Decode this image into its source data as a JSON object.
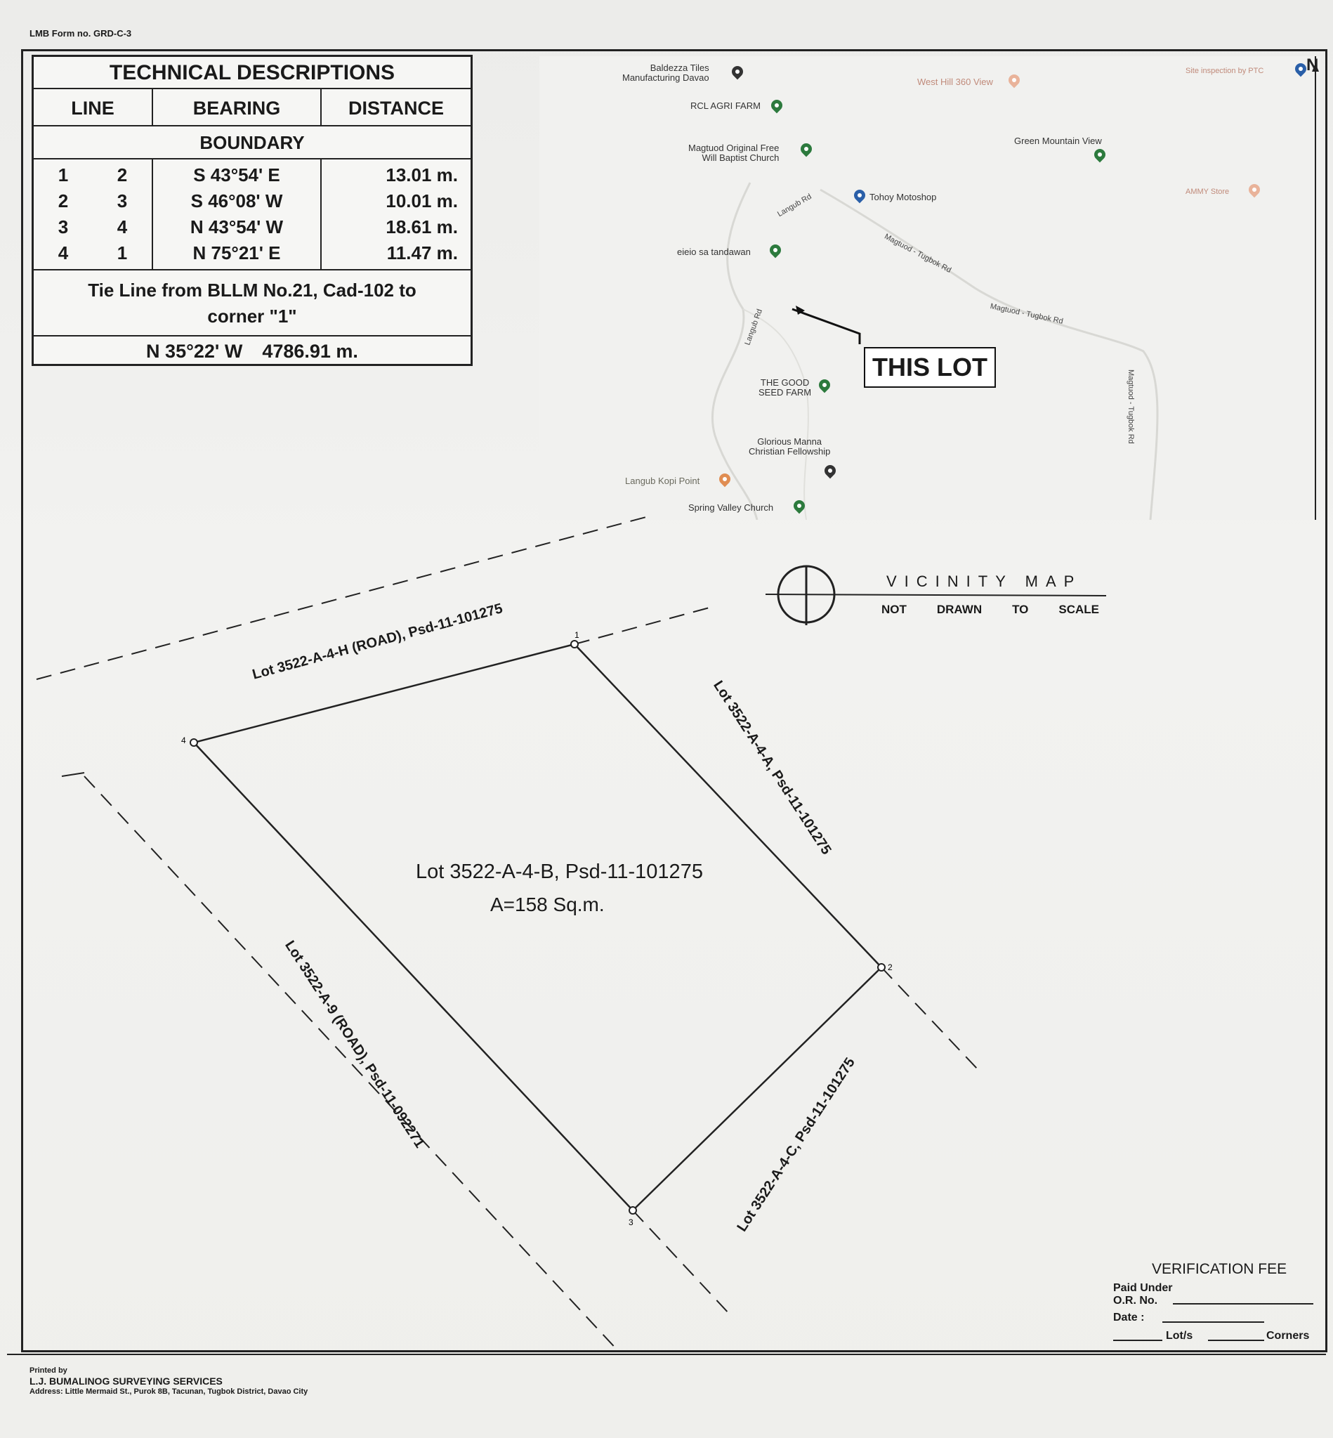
{
  "form_number": "LMB Form no. GRD-C-3",
  "technical_descriptions": {
    "title": "TECHNICAL DESCRIPTIONS",
    "headers": {
      "line": "LINE",
      "bearing": "BEARING",
      "distance": "DISTANCE"
    },
    "section": "BOUNDARY",
    "rows": [
      {
        "from": "1",
        "to": "2",
        "bearing": "S 43°54' E",
        "distance": "13.01 m."
      },
      {
        "from": "2",
        "to": "3",
        "bearing": "S 46°08' W",
        "distance": "10.01 m."
      },
      {
        "from": "3",
        "to": "4",
        "bearing": "N 43°54' W",
        "distance": "18.61 m."
      },
      {
        "from": "4",
        "to": "1",
        "bearing": "N 75°21' E",
        "distance": "11.47 m."
      }
    ],
    "tie_line_line1": "Tie Line from BLLM No.21, Cad-102 to",
    "tie_line_line2": "corner \"1\"",
    "tie_bearing": "N 35°22' W",
    "tie_distance": "4786.91 m."
  },
  "vicinity_map": {
    "places": {
      "baldezza_1": "Baldezza Tiles",
      "baldezza_2": "Manufacturing Davao",
      "westhill": "West Hill 360 View",
      "site_insp": "Site inspection by PTC",
      "rcl": "RCL AGRI FARM",
      "magtuod_1": "Magtuod Original Free",
      "magtuod_2": "Will Baptist Church",
      "green_mountain": "Green Mountain View",
      "tohoy": "Tohoy Motoshop",
      "ammy": "AMMY Store",
      "eieio": "eieio sa tandawan",
      "good_seed_1": "THE GOOD",
      "good_seed_2": "SEED FARM",
      "glorious_1": "Glorious Manna",
      "glorious_2": "Christian Fellowship",
      "langub_kopi": "Langub Kopi Point",
      "spring_valley": "Spring Valley Church"
    },
    "roads": {
      "langub_1": "Langub Rd",
      "langub_2": "Langub Rd",
      "magtuod_tugbok_1": "Magtuod - Tugbok Rd",
      "magtuod_tugbok_2": "Magtuod - Tugbok Rd",
      "magtuod_tugbok_3": "Magtuod - Tugbok Rd"
    },
    "this_lot": "THIS LOT",
    "north_letter": "N"
  },
  "vicinity_title": "VICINITY MAP",
  "scale_note": [
    "NOT",
    "DRAWN",
    "TO",
    "SCALE"
  ],
  "lots": {
    "main_name": "Lot 3522-A-4-B, Psd-11-101275",
    "main_area": "A=158 Sq.m.",
    "north": "Lot 3522-A-4-H (ROAD), Psd-11-101275",
    "east": "Lot 3522-A-4-A, Psd-11-101275",
    "south": "Lot 3522-A-4-C, Psd-11-101275",
    "west": "Lot 3522-A-9 (ROAD), Psd-11-092271"
  },
  "corners": [
    "1",
    "2",
    "3",
    "4"
  ],
  "verification": {
    "title": "VERIFICATION FEE",
    "paid_under": "Paid Under",
    "or_no": "O.R. No.",
    "date": "Date :",
    "lots": "Lot/s",
    "corners": "Corners"
  },
  "footer": {
    "printed_by": "Printed by",
    "surveyor": "L.J. BUMALINOG SURVEYING SERVICES",
    "address": "Address: Little Mermaid St., Purok 8B, Tacunan, Tugbok District, Davao City"
  }
}
